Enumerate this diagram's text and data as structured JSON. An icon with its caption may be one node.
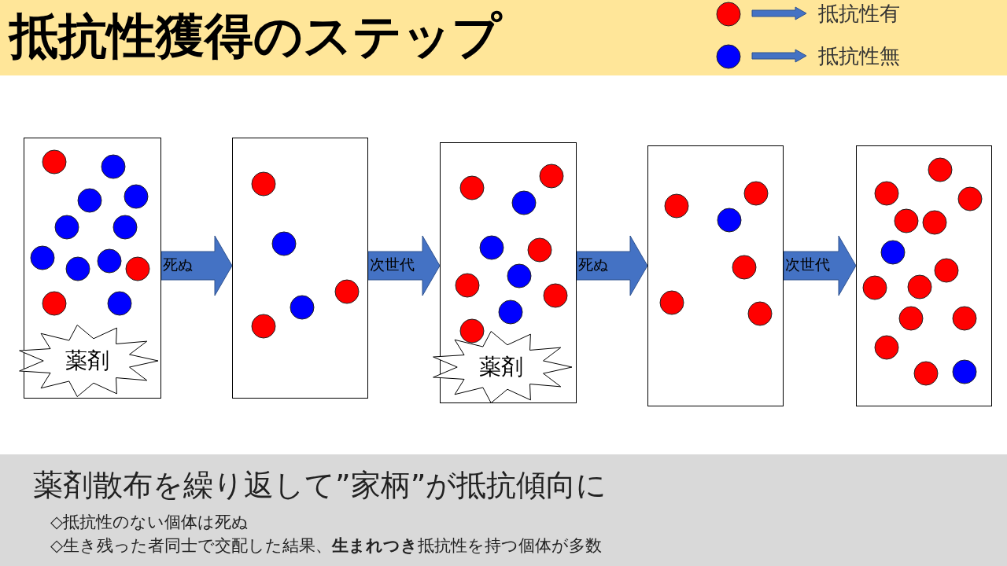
{
  "diagram": {
    "title": "抵抗性獲得のステップ",
    "caption": "薬剤散布を繰り返して”家柄”が抵抗傾向に",
    "nodes": [
      {
        "text": [],
        "shape": "box"
      },
      {
        "text": [
          "薬剤"
        ],
        "in": 0
      },
      {
        "text": [],
        "shape": "box"
      },
      {
        "text": [],
        "shape": "box"
      },
      {
        "text": [
          "薬剤"
        ],
        "in": 3
      },
      {
        "text": [],
        "shape": "box"
      },
      {
        "text": [],
        "shape": "box"
      }
    ],
    "edges": [
      {
        "from": 0,
        "to": 2,
        "arrow": "to",
        "label": "死ぬ"
      },
      {
        "from": 2,
        "to": 3,
        "arrow": "to",
        "label": "次世代"
      },
      {
        "from": 3,
        "to": 5,
        "arrow": "to",
        "label": "死ぬ"
      },
      {
        "from": 5,
        "to": 6,
        "arrow": "to",
        "label": "次世代"
      }
    ],
    "labels": [
      "◇抵抗性のない個体は死ぬ",
      "◇生き残った者同士で交配した結果、**生まれつき**抵抗性を持つ個体が多数"
    ],
    "legend": [
      {
        "text": "抵抗性有",
        "color": "#ff0000"
      },
      {
        "text": "抵抗性無",
        "color": "#0000ff"
      }
    ]
  }
}
